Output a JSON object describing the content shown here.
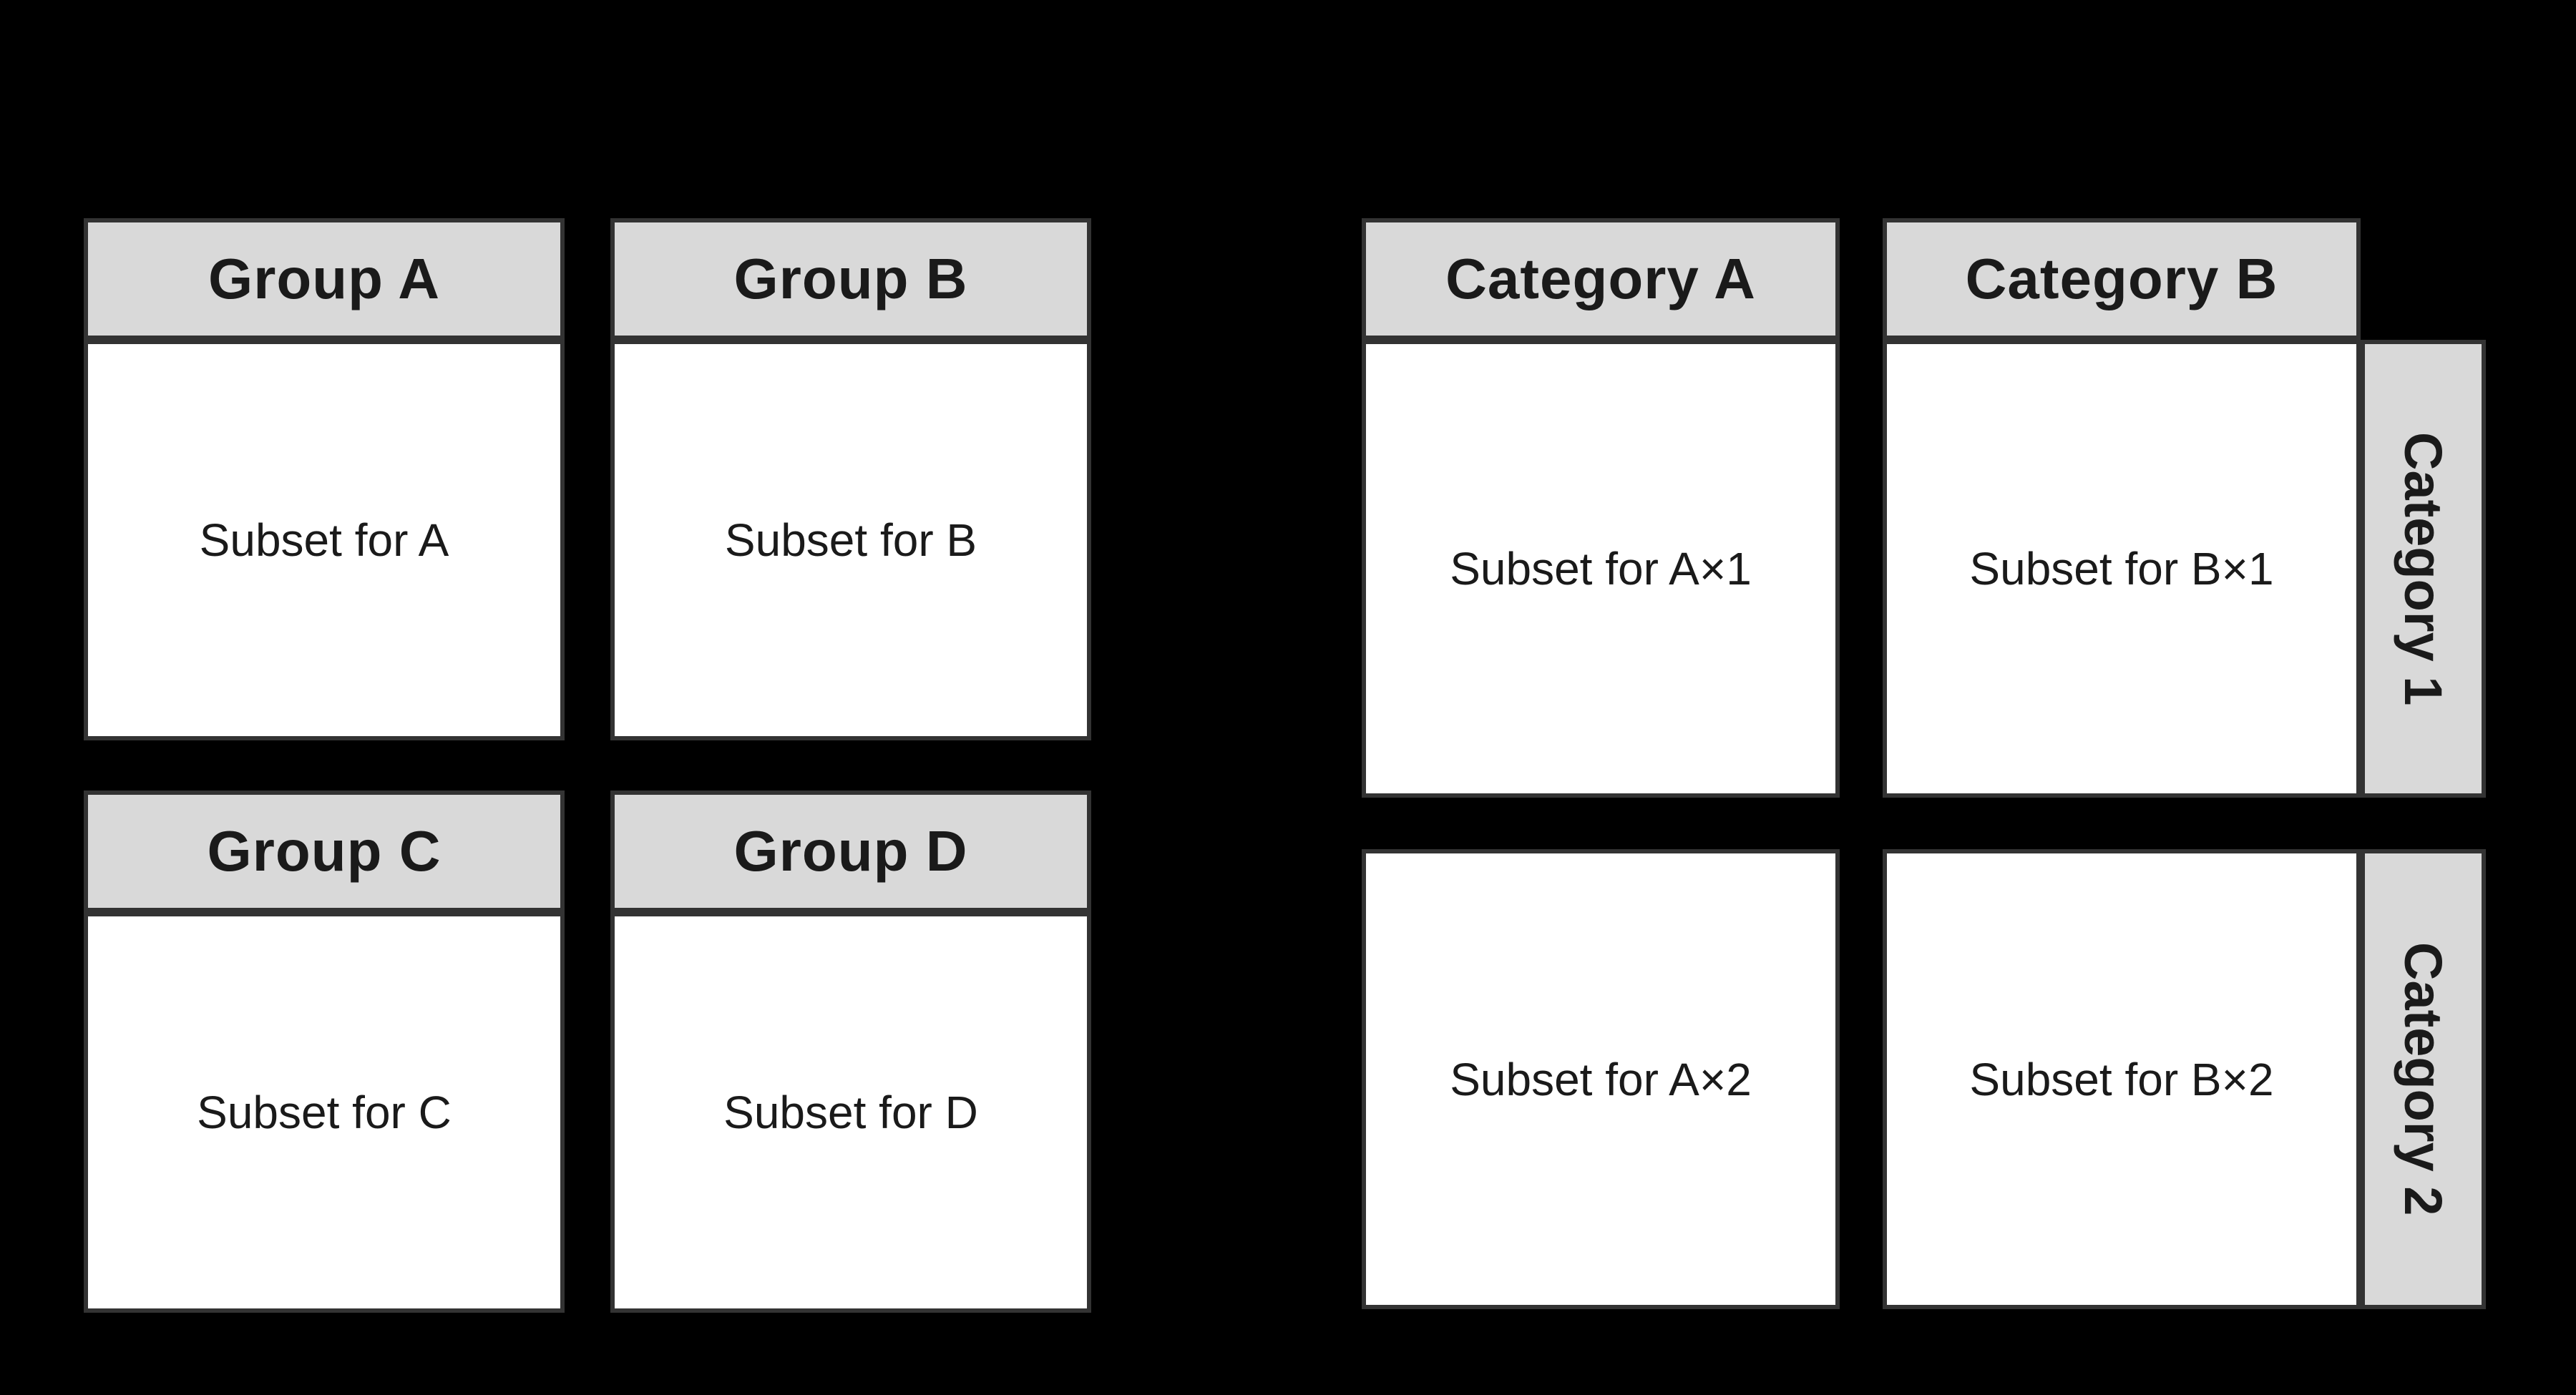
{
  "diagram": {
    "left_grid": {
      "panels": [
        {
          "title": "Group A",
          "content": "Subset for A"
        },
        {
          "title": "Group B",
          "content": "Subset for B"
        },
        {
          "title": "Group C",
          "content": "Subset for C"
        },
        {
          "title": "Group D",
          "content": "Subset for D"
        }
      ]
    },
    "right_grid": {
      "col_headers": [
        "Category A",
        "Category B"
      ],
      "row_headers": [
        "Category 1",
        "Category 2"
      ],
      "cells": [
        "Subset for A×1",
        "Subset for B×1",
        "Subset for A×2",
        "Subset for B×2"
      ]
    },
    "colors": {
      "background": "#000000",
      "header_fill": "#d9d9d9",
      "panel_fill": "#ffffff",
      "border": "#333333",
      "text": "#1a1a1a"
    }
  }
}
